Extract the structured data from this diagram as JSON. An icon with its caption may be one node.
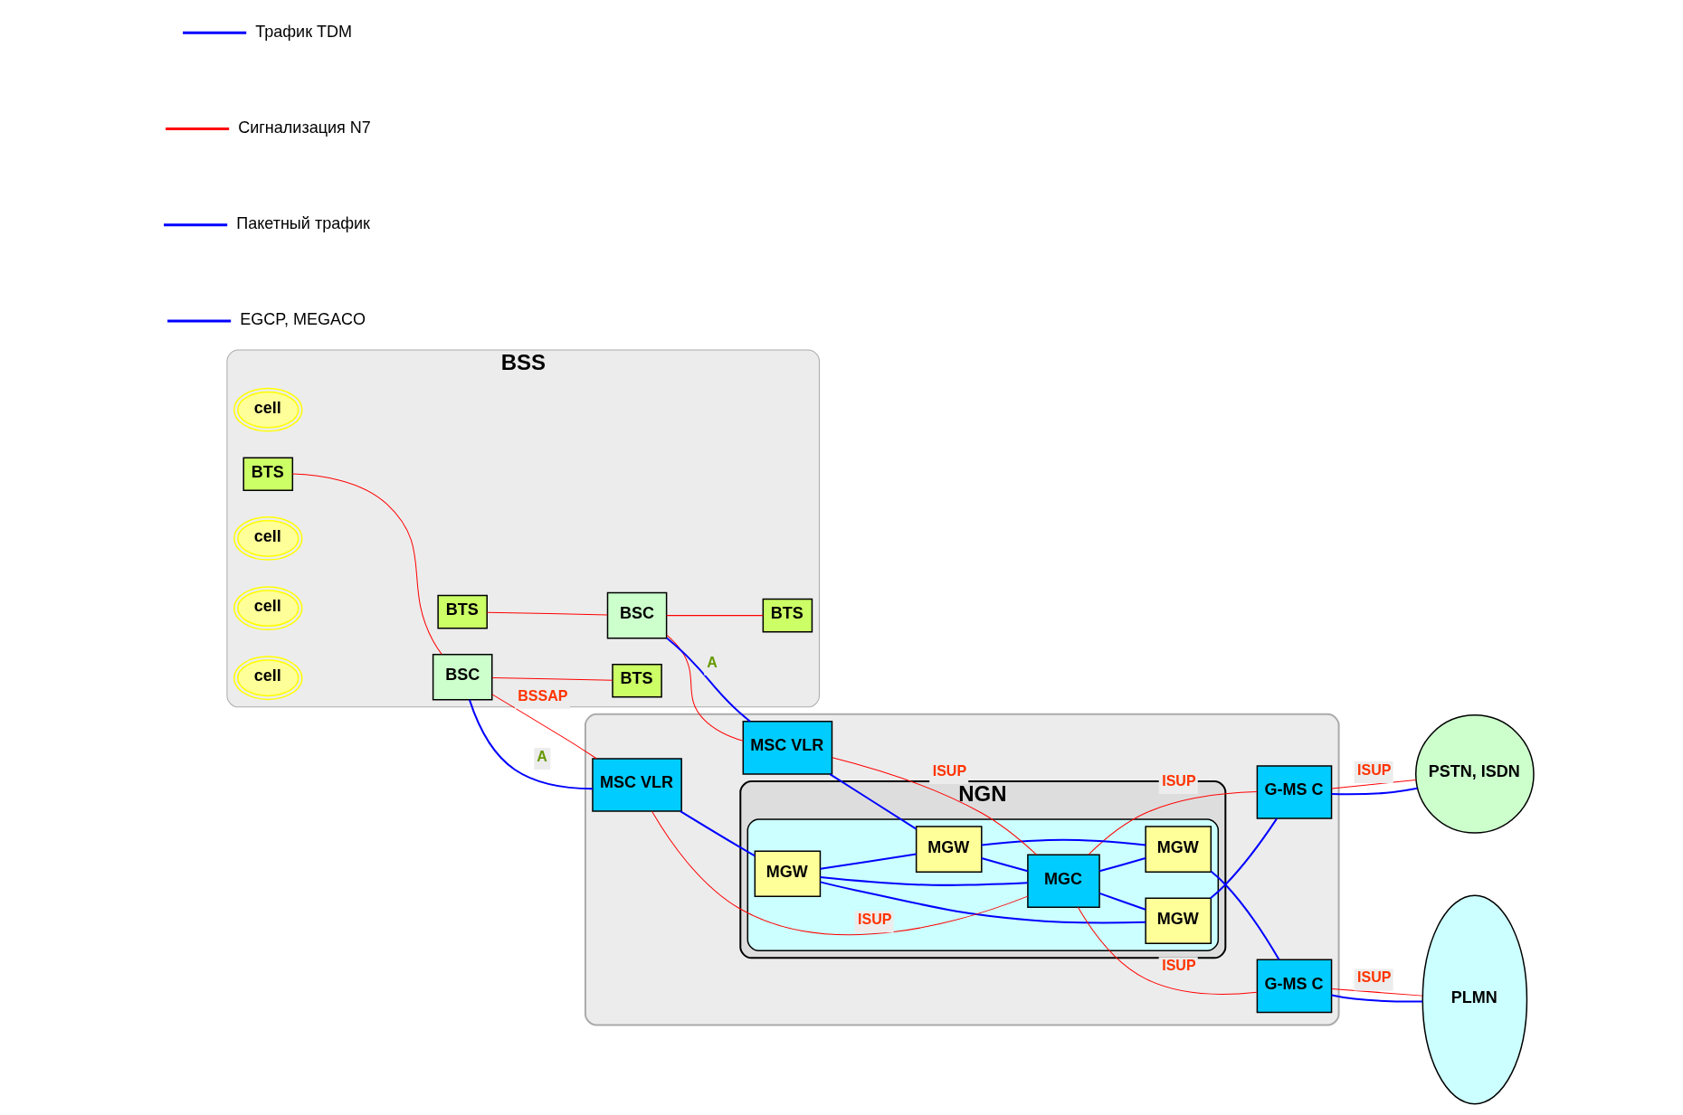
{
  "diagram": {
    "nodes": [
      {
        "text": [
          "BSS"
        ]
      },
      {
        "text": [
          "cell"
        ],
        "in": 0
      },
      {
        "text": [
          "BTS"
        ],
        "in": 0
      },
      {
        "text": [
          "BSC"
        ],
        "in": 0
      },
      {
        "text": [
          "cell"
        ],
        "in": 0
      },
      {
        "text": [
          "BTS"
        ],
        "in": 0
      },
      {
        "text": [
          "cell"
        ],
        "in": 0
      },
      {
        "text": [
          "BTS"
        ],
        "in": 0
      },
      {
        "text": [
          "BSC"
        ],
        "in": 0
      },
      {
        "text": [
          "cell"
        ],
        "in": 0
      },
      {
        "text": [
          "BTS"
        ],
        "in": 0
      },
      {
        "text": [],
        "shape": "box"
      },
      {
        "text": [
          "NGN"
        ],
        "in": 11
      },
      {
        "text": [],
        "shape": "ellipse",
        "in": 12
      },
      {
        "text": [
          "MSC VLR"
        ],
        "in": 11
      },
      {
        "text": [
          "MGW"
        ],
        "in": 13
      },
      {
        "text": [
          "MGW"
        ],
        "in": 13
      },
      {
        "text": [
          "G-MS C"
        ],
        "in": 11
      },
      {
        "text": [
          "PSTN, ISDN"
        ]
      },
      {
        "text": [
          "MGC"
        ],
        "in": 13
      },
      {
        "text": [
          "PLMN"
        ]
      },
      {
        "text": [
          "MSC VLR"
        ],
        "in": 11
      },
      {
        "text": [
          "MGW"
        ],
        "in": 13
      },
      {
        "text": [
          "MGW"
        ],
        "in": 13
      },
      {
        "text": [
          "G-MS C"
        ],
        "in": 11
      }
    ],
    "edges": [
      {
        "from": 2,
        "to": 3,
        "arrow": "none",
        "color": "#ff0000"
      },
      {
        "from": 3,
        "to": 5,
        "arrow": "none",
        "color": "#ff0000"
      },
      {
        "from": 7,
        "to": 8,
        "arrow": "none",
        "color": "#ff0000"
      },
      {
        "from": 8,
        "to": 10,
        "arrow": "none",
        "color": "#ff0000"
      },
      {
        "from": 3,
        "to": 14,
        "arrow": "none",
        "label": "BSSAP",
        "color": "#ff0000"
      },
      {
        "from": 3,
        "to": 14,
        "arrow": "none",
        "label": "A"
      },
      {
        "from": 8,
        "to": 21,
        "arrow": "none",
        "color": "#ff0000"
      },
      {
        "from": 8,
        "to": 21,
        "arrow": "none",
        "label": "A"
      },
      {
        "from": 14,
        "to": 15,
        "arrow": "none"
      },
      {
        "from": 15,
        "to": 16,
        "arrow": "none"
      },
      {
        "from": 16,
        "to": 17,
        "arrow": "none"
      },
      {
        "from": 17,
        "to": 18,
        "arrow": "none",
        "label": "ISUP",
        "color": "#ff0000"
      },
      {
        "from": 17,
        "to": 18,
        "arrow": "none"
      },
      {
        "from": 14,
        "to": 19,
        "arrow": "none",
        "label": "ISUP",
        "color": "#ff0000"
      },
      {
        "from": 19,
        "to": 17,
        "arrow": "none",
        "label": "ISUP",
        "color": "#ff0000"
      },
      {
        "from": 15,
        "to": 19,
        "arrow": "none"
      },
      {
        "from": 19,
        "to": 16,
        "arrow": "none"
      },
      {
        "from": 15,
        "to": 22,
        "arrow": "none"
      },
      {
        "from": 21,
        "to": 19,
        "arrow": "none",
        "label": "ISUP",
        "color": "#ff0000"
      },
      {
        "from": 19,
        "to": 24,
        "arrow": "none",
        "label": "ISUP",
        "color": "#ff0000"
      },
      {
        "from": 22,
        "to": 19,
        "arrow": "none"
      },
      {
        "from": 19,
        "to": 23,
        "arrow": "none"
      },
      {
        "from": 21,
        "to": 22,
        "arrow": "none"
      },
      {
        "from": 22,
        "to": 23,
        "arrow": "none"
      },
      {
        "from": 23,
        "to": 24,
        "arrow": "none"
      },
      {
        "from": 24,
        "to": 20,
        "arrow": "none",
        "label": "ISUP",
        "color": "#ff0000"
      },
      {
        "from": 24,
        "to": 20,
        "arrow": "none"
      }
    ],
    "legend": [
      {
        "text": "Трафик TDM"
      },
      {
        "text": "Сигнализация N7"
      },
      {
        "text": "Пакетный трафик"
      },
      {
        "text": "EGCP, MEGACO"
      }
    ]
  }
}
